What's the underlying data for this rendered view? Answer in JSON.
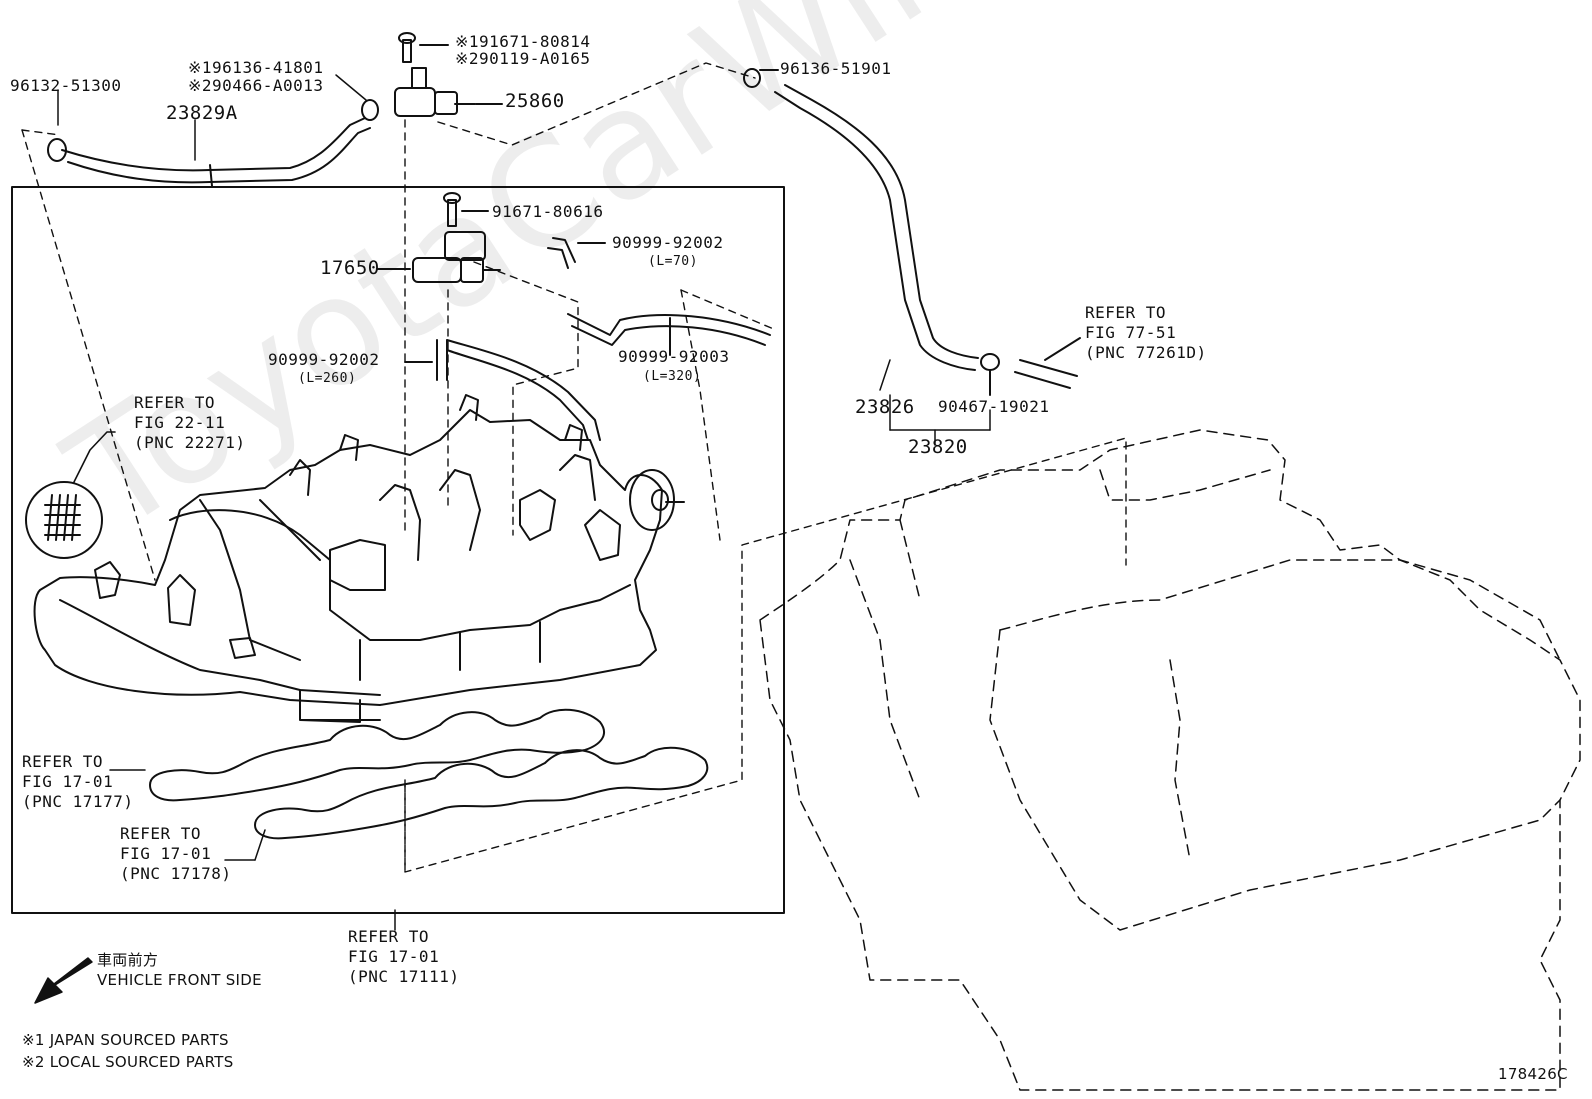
{
  "watermark": "ToyotaCarWine.ru",
  "parts": {
    "p96132": "96132-51300",
    "p23829a": "23829A",
    "p196136": "※196136-41801",
    "p290466": "※290466-A0013",
    "p191671": "※191671-80814",
    "p290119": "※290119-A0165",
    "p25860": "25860",
    "p96136": "96136-51901",
    "p91671": "91671-80616",
    "p17650": "17650",
    "p90999_70": "90999-92002",
    "len70": "(L=70)",
    "p90999_260": "90999-92002",
    "len260": "(L=260)",
    "p90999_320": "90999-92003",
    "len320": "(L=320)",
    "p23826": "23826",
    "p90467": "90467-19021",
    "p23820": "23820"
  },
  "refs": {
    "r22": [
      "REFER TO",
      "FIG 22-11",
      "(PNC 22271)"
    ],
    "r77": [
      "REFER TO",
      "FIG 77-51",
      "(PNC 77261D)"
    ],
    "r17177": [
      "REFER TO",
      "FIG 17-01",
      "(PNC 17177)"
    ],
    "r17178": [
      "REFER TO",
      "FIG 17-01",
      "(PNC 17178)"
    ],
    "r17111": [
      "REFER TO",
      "FIG 17-01",
      "(PNC 17111)"
    ]
  },
  "legend": {
    "front_jp": "車両前方",
    "front_en": "VEHICLE FRONT SIDE",
    "note1": "※1 JAPAN SOURCED PARTS",
    "note2": "※2 LOCAL SOURCED PARTS"
  },
  "figure_id": "178426C",
  "colors": {
    "line": "#111111",
    "background": "#ffffff"
  }
}
